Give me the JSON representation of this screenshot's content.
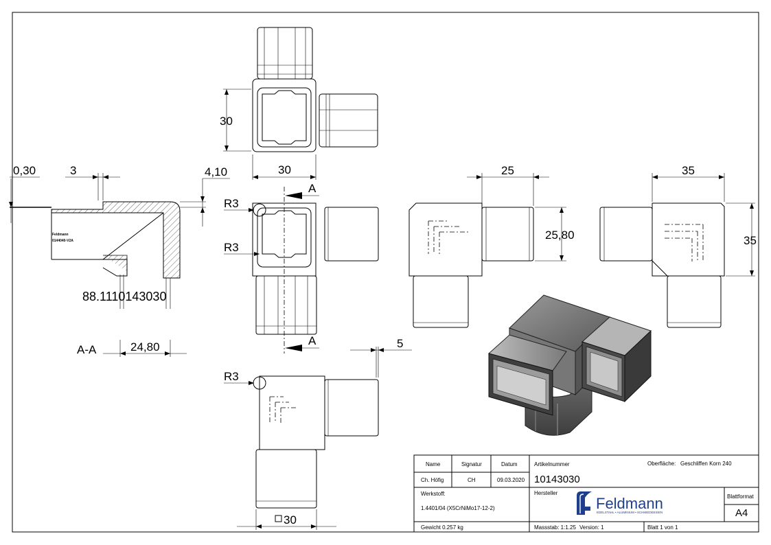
{
  "dimensions": {
    "top_width": "30",
    "top_height": "30",
    "r3_a": "R3",
    "r3_b": "R3",
    "r3_c": "R3",
    "section_marker": "A",
    "section_marker_2": "A",
    "sec_0_30": "0,30",
    "sec_3": "3",
    "sec_4_10": "4,10",
    "sec_label": "A-A",
    "sec_24_80": "24,80",
    "side_25": "25",
    "side_25_80": "25,80",
    "side_35_w": "35",
    "side_35_h": "35",
    "bottom_5": "5",
    "bottom_square_30": "30"
  },
  "section_view": {
    "engraving_line1": "Feldmann",
    "engraving_line2": "0144040-V2A",
    "part_code": "88.1110143030"
  },
  "title_block": {
    "hdr_name": "Name",
    "hdr_signatur": "Signatur",
    "hdr_datum": "Datum",
    "artikel_label": "Artikelnummer",
    "oberflaeche_label": "Oberfläche:",
    "oberflaeche_value": "Geschliffen Korn 240",
    "name_value": "Ch. Höfig",
    "signatur_value": "CH",
    "datum_value": "09.03.2020",
    "artikel_value": "10143030",
    "werkstoff_label": "Werkstoff:",
    "werkstoff_value": "1.4401/04 (X5CrNiMo17-12-2)",
    "hersteller_label": "Hersteller",
    "logo_name": "Feldmann",
    "logo_tagline": "EDELSTAHL • ALUMINIUM • SCHMIEDEEISEN",
    "blattformat_label": "Blattformat",
    "blattformat_value": "A4",
    "gewicht": "Gewicht 0.257 kg",
    "massstab": "Massstab: 1:1.25",
    "version": "Version: 1",
    "blatt": "Blatt 1 von 1"
  },
  "colors": {
    "line": "#000000",
    "logo_blue": "#1f3e8c",
    "render_dark": "#4a4a4a",
    "render_mid": "#8a8a8a",
    "render_light": "#c4c4c4"
  }
}
